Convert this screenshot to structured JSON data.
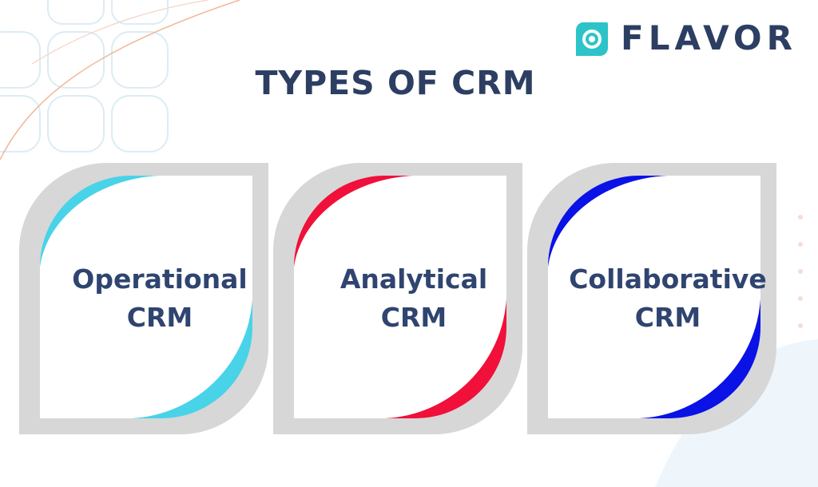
{
  "brand": {
    "name": "FLAVOR",
    "accent": "#2cc4c8",
    "text_color": "#2d3e63"
  },
  "title": "TYPES OF CRM",
  "cards": [
    {
      "line1": "Operational",
      "line2": "CRM",
      "accent": "#48d3e8"
    },
    {
      "line1": "Analytical",
      "line2": "CRM",
      "accent": "#f0103a"
    },
    {
      "line1": "Collaborative",
      "line2": "CRM",
      "accent": "#0a12e6"
    }
  ]
}
